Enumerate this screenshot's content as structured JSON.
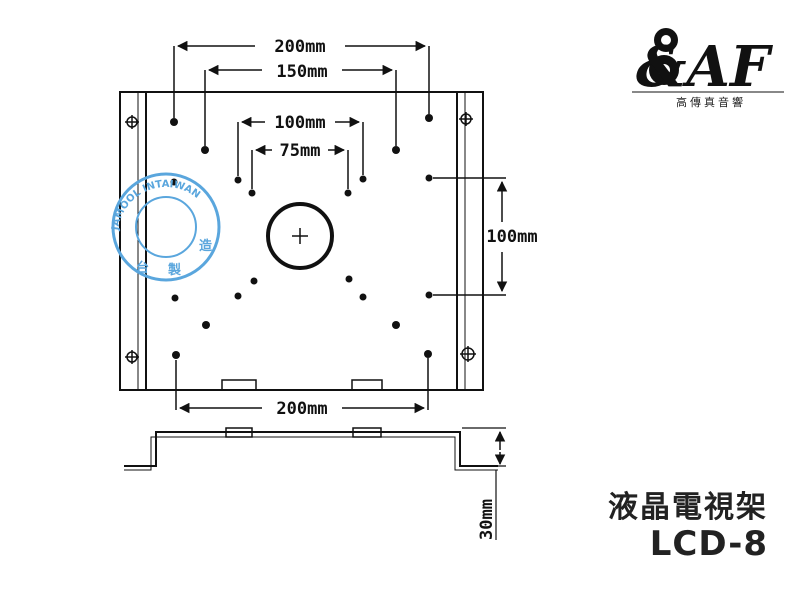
{
  "dimensions": {
    "top_outer": "200mm",
    "top_inner": "150mm",
    "mid_outer": "100mm",
    "mid_inner": "75mm",
    "right_vertical": "100mm",
    "bottom": "200mm",
    "depth": "30mm"
  },
  "stamp": {
    "ring_text": "JAMOOL INTAIWAN",
    "bottom_left": "台",
    "bottom_right": "製",
    "side": "造"
  },
  "logo": {
    "mark": "&AF",
    "subtitle": "高傳真音響"
  },
  "product": {
    "name": "液晶電視架",
    "model": "LCD-8"
  },
  "colors": {
    "line": "#111111",
    "stamp": "#5aa6dd"
  }
}
